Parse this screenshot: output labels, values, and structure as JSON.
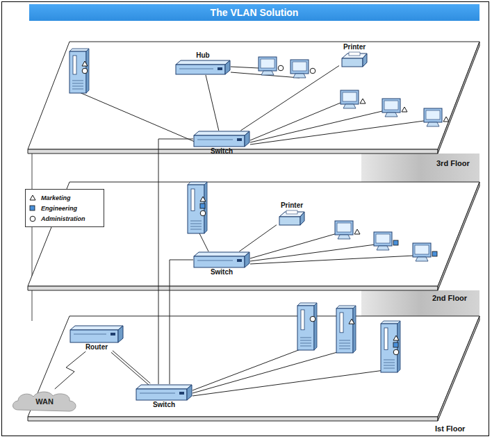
{
  "diagram": {
    "title": "The VLAN Solution",
    "nodes": [
      {
        "text": [
          "Hub"
        ]
      },
      {
        "text": [
          "Printer"
        ]
      },
      {
        "text": [
          "Switch"
        ]
      },
      {
        "text": [
          "Printer"
        ]
      },
      {
        "text": [
          "Switch"
        ]
      },
      {
        "text": [
          "Router"
        ]
      },
      {
        "text": [
          "Switch"
        ]
      },
      {
        "text": [
          "WAN"
        ]
      }
    ],
    "edges": [
      {
        "from": 0,
        "to": 2,
        "arrow": "none"
      },
      {
        "from": 1,
        "to": 2,
        "arrow": "none"
      },
      {
        "from": 2,
        "to": 6,
        "arrow": "none"
      },
      {
        "from": 3,
        "to": 4,
        "arrow": "none"
      },
      {
        "from": 4,
        "to": 6,
        "arrow": "none"
      },
      {
        "from": 5,
        "to": 6,
        "arrow": "none"
      },
      {
        "from": 5,
        "to": 7,
        "arrow": "none"
      }
    ],
    "labels": [
      "3rd Floor",
      "2nd Floor",
      "Ist Floor"
    ],
    "legend": [
      {
        "text": "Marketing"
      },
      {
        "text": "Engineering"
      },
      {
        "text": "Administration"
      }
    ]
  }
}
